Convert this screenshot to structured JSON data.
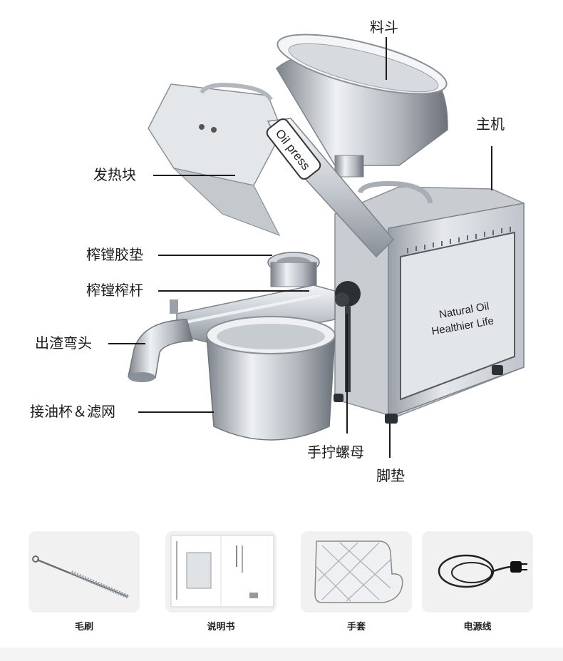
{
  "machine": {
    "badge_text": "Oil press",
    "panel_line1": "Natural Oil",
    "panel_line2": "Healthier Life"
  },
  "callouts": {
    "hopper": "料斗",
    "main_unit": "主机",
    "heating_block": "发热块",
    "press_chamber_gasket": "榨镗胶垫",
    "press_screw": "榨镗榨杆",
    "residue_elbow": "出渣弯头",
    "oil_cup_filter": "接油杯＆滤网",
    "hand_nut": "手拧螺母",
    "foot_pad": "脚垫"
  },
  "accessories": [
    {
      "label": "毛刷",
      "icon": "brush-icon"
    },
    {
      "label": "说明书",
      "icon": "manual-icon"
    },
    {
      "label": "手套",
      "icon": "glove-icon"
    },
    {
      "label": "电源线",
      "icon": "power-cord-icon"
    }
  ],
  "colors": {
    "steel_light": "#e9ecef",
    "steel_mid": "#b9bec4",
    "steel_dark": "#6f757c",
    "line": "#1a1a1a"
  }
}
